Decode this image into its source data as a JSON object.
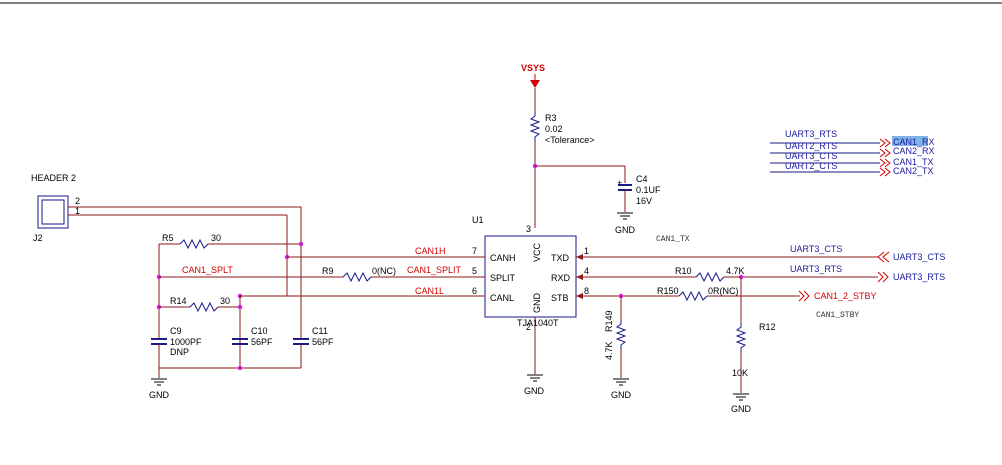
{
  "colors": {
    "wire_red": "#8b1a1a",
    "wire_blue": "#1a1a8b",
    "net_red": "#d40000",
    "net_blue": "#1a1aa0",
    "junction": "#d11ad1",
    "highlight": "#7fb2e8"
  },
  "power": {
    "vsys": "VSYS"
  },
  "header": {
    "title": "HEADER 2",
    "ref": "J2",
    "pin1": "1",
    "pin2": "2"
  },
  "ic": {
    "ref": "U1",
    "part": "TJA1040T",
    "pins": {
      "canh": "CANH",
      "split": "SPLIT",
      "canl": "CANL",
      "txd": "TXD",
      "rxd": "RXD",
      "stb": "STB",
      "vcc": "VCC",
      "gnd": "GND"
    },
    "pin_numbers": {
      "canh": "7",
      "split": "5",
      "canl": "6",
      "txd": "1",
      "rxd": "4",
      "stb": "8",
      "vcc": "3",
      "gnd": "2"
    }
  },
  "components": {
    "r3": {
      "ref": "R3",
      "value": "0.02",
      "note": "<Tolerance>"
    },
    "c4": {
      "ref": "C4",
      "value": "0.1UF",
      "voltage": "16V"
    },
    "r5": {
      "ref": "R5",
      "value": "30"
    },
    "r14": {
      "ref": "R14",
      "value": "30"
    },
    "r9": {
      "ref": "R9",
      "value": "0(NC)"
    },
    "c9": {
      "ref": "C9",
      "value": "1000PF",
      "note": "DNP"
    },
    "c10": {
      "ref": "C10",
      "value": "56PF"
    },
    "c11": {
      "ref": "C11",
      "value": "56PF"
    },
    "r10": {
      "ref": "R10",
      "value": "4.7K"
    },
    "r150": {
      "ref": "R150",
      "value": "0R(NC)"
    },
    "r149": {
      "ref": "R149",
      "value": "4.7K"
    },
    "r12": {
      "ref": "R12",
      "value": "10K"
    }
  },
  "nets": {
    "can1h": "CAN1H",
    "can1_split": "CAN1_SPLT",
    "can1_split2": "CAN1_SPLIT",
    "can1l": "CAN1L",
    "uart3_cts": "UART3_CTS",
    "uart3_rts": "UART3_RTS",
    "can1_2_stby": "CAN1_2_STBY",
    "can1_tx_comment": "CAN1_TX",
    "can1_stby_comment": "CAN1_STBY"
  },
  "gnd": "GND",
  "legend": {
    "left": [
      "UART3_RTS",
      "UART2_RTS",
      "UART3_CTS",
      "UART2_CTS"
    ],
    "right": [
      "CAN1_RX",
      "CAN2_RX",
      "CAN1_TX",
      "CAN2_TX"
    ]
  }
}
